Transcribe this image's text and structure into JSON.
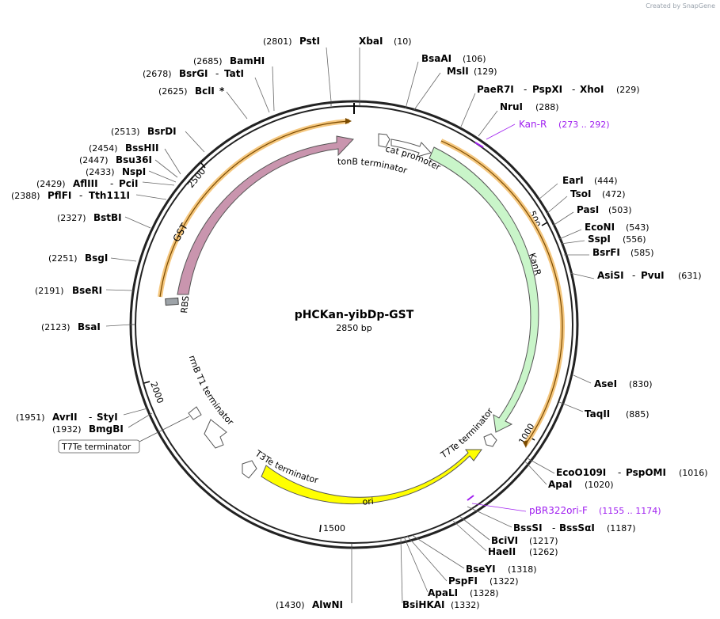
{
  "credit": {
    "created_by": "Created by",
    "brand": "SnapGene"
  },
  "map": {
    "name": "pHCKan-yibDp-GST",
    "length_label": "2850 bp",
    "length": 2850,
    "ticks": [
      {
        "label": "500",
        "pos": 500
      },
      {
        "label": "1000",
        "pos": 1000
      },
      {
        "label": "1500",
        "pos": 1500
      },
      {
        "label": "2000",
        "pos": 2000
      },
      {
        "label": "2500",
        "pos": 2500
      }
    ]
  },
  "sites": [
    {
      "name": "XbaI",
      "pos": "(10)"
    },
    {
      "name": "PstI",
      "pos": "(2801)"
    },
    {
      "name": "BsaAI",
      "pos": "(106)"
    },
    {
      "name": "MslI",
      "pos": "(129)"
    },
    {
      "name": "PaeR7I",
      "name2": "PspXI",
      "name3": "XhoI",
      "pos": "(229)"
    },
    {
      "name": "NruI",
      "pos": "(288)"
    },
    {
      "name": "EarI",
      "pos": "(444)"
    },
    {
      "name": "TsoI",
      "pos": "(472)"
    },
    {
      "name": "PasI",
      "pos": "(503)"
    },
    {
      "name": "EcoNI",
      "pos": "(543)"
    },
    {
      "name": "SspI",
      "pos": "(556)"
    },
    {
      "name": "BsrFI",
      "pos": "(585)"
    },
    {
      "name": "AsiSI",
      "name2": "PvuI",
      "pos": "(631)"
    },
    {
      "name": "AseI",
      "pos": "(830)"
    },
    {
      "name": "TaqII",
      "pos": "(885)"
    },
    {
      "name": "EcoO109I",
      "name2": "PspOMI",
      "pos": "(1016)"
    },
    {
      "name": "ApaI",
      "pos": "(1020)"
    },
    {
      "name": "BssSI",
      "name2": "BssSαI",
      "pos": "(1187)"
    },
    {
      "name": "BciVI",
      "pos": "(1217)"
    },
    {
      "name": "HaeII",
      "pos": "(1262)"
    },
    {
      "name": "BseYI",
      "pos": "(1318)"
    },
    {
      "name": "PspFI",
      "pos": "(1322)"
    },
    {
      "name": "ApaLI",
      "pos": "(1328)"
    },
    {
      "name": "BsiHKAI",
      "pos": "(1332)"
    },
    {
      "name": "AlwNI",
      "pos": "(1430)"
    },
    {
      "name": "AvrII",
      "name2": "StyI",
      "pos": "(1951)"
    },
    {
      "name": "BmgBI",
      "pos": "(1932)"
    },
    {
      "name": "BsaI",
      "pos": "(2123)"
    },
    {
      "name": "BseRI",
      "pos": "(2191)"
    },
    {
      "name": "BsgI",
      "pos": "(2251)"
    },
    {
      "name": "BstBI",
      "pos": "(2327)"
    },
    {
      "name": "PflFI",
      "name2": "Tth111I",
      "pos": "(2388)"
    },
    {
      "name": "AflIII",
      "name2": "PciI",
      "pos": "(2429)"
    },
    {
      "name": "NspI",
      "pos": "(2433)"
    },
    {
      "name": "Bsu36I",
      "pos": "(2447)"
    },
    {
      "name": "BssHII",
      "pos": "(2454)"
    },
    {
      "name": "BsrDI",
      "pos": "(2513)"
    },
    {
      "name": "BclI",
      "pos": "(2625)",
      "suffix": "*"
    },
    {
      "name": "BsrGI",
      "name2": "TatI",
      "pos": "(2678)"
    },
    {
      "name": "BamHI",
      "pos": "(2685)"
    }
  ],
  "primers": [
    {
      "name": "Kan-R",
      "range": "(273 .. 292)"
    },
    {
      "name": "pBR322ori-F",
      "range": "(1155 .. 1174)"
    }
  ],
  "features": [
    {
      "name": "GST"
    },
    {
      "name": "RBS"
    },
    {
      "name": "KanR"
    },
    {
      "name": "ori"
    },
    {
      "name": "cat promoter"
    },
    {
      "name": "tonB terminator"
    },
    {
      "name": "T7Te terminator"
    },
    {
      "name": "T3Te terminator"
    },
    {
      "name": "rrnB T1 terminator"
    },
    {
      "name": "T7Te terminator"
    }
  ],
  "colors": {
    "gst": "#c995ae",
    "kanr": "#c9f5c9",
    "ori": "#ffff00",
    "primer": "#a020f0",
    "orf_highlight": "#f5c77e",
    "orf_line": "#7a4a00"
  }
}
